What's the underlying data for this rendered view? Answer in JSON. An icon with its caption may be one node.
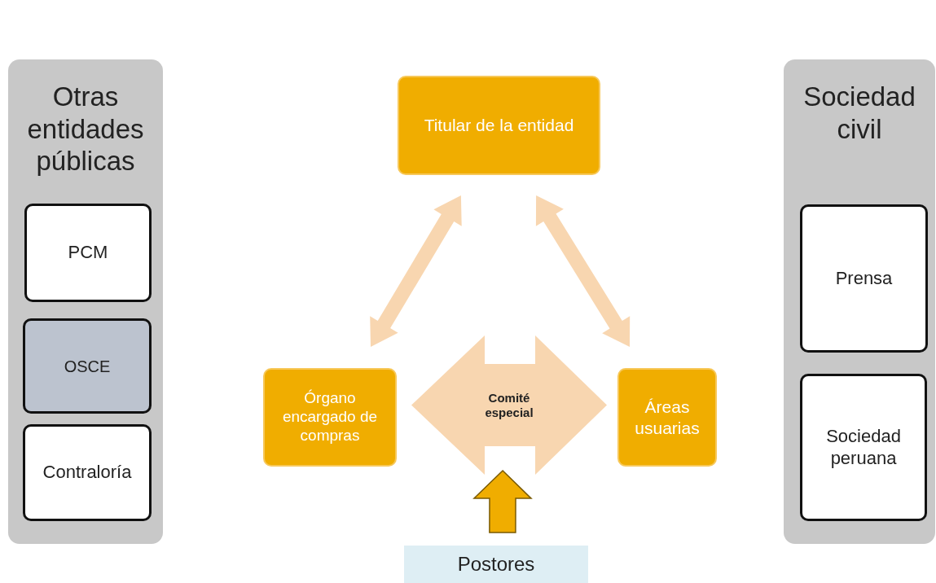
{
  "diagram": {
    "nodes": [
      {
        "text": [
          "Otras entidades públicas"
        ]
      },
      {
        "text": [
          "PCM"
        ],
        "in": 0
      },
      {
        "text": [
          "OSCE"
        ],
        "in": 0
      },
      {
        "text": [
          "Contraloría"
        ],
        "in": 0
      },
      {
        "text": [
          "Titular de la entidad"
        ]
      },
      {
        "text": [
          "Órgano encargado de compras"
        ]
      },
      {
        "text": [
          "Comité especial"
        ]
      },
      {
        "text": [
          "Áreas usuarias"
        ]
      },
      {
        "text": [
          "Sociedad civil"
        ]
      },
      {
        "text": [
          "Prensa"
        ],
        "in": 8
      },
      {
        "text": [
          "Sociedad peruana"
        ],
        "in": 8
      },
      {
        "text": [
          "Postores"
        ]
      }
    ],
    "edges": [
      {
        "from": 5,
        "to": 4,
        "arrow": "both",
        "style": "thick"
      },
      {
        "from": 7,
        "to": 4,
        "arrow": "both",
        "style": "thick"
      },
      {
        "from": 11,
        "to": 6,
        "arrow": "to",
        "style": "thick",
        "color": "#f0ad00"
      }
    ]
  }
}
